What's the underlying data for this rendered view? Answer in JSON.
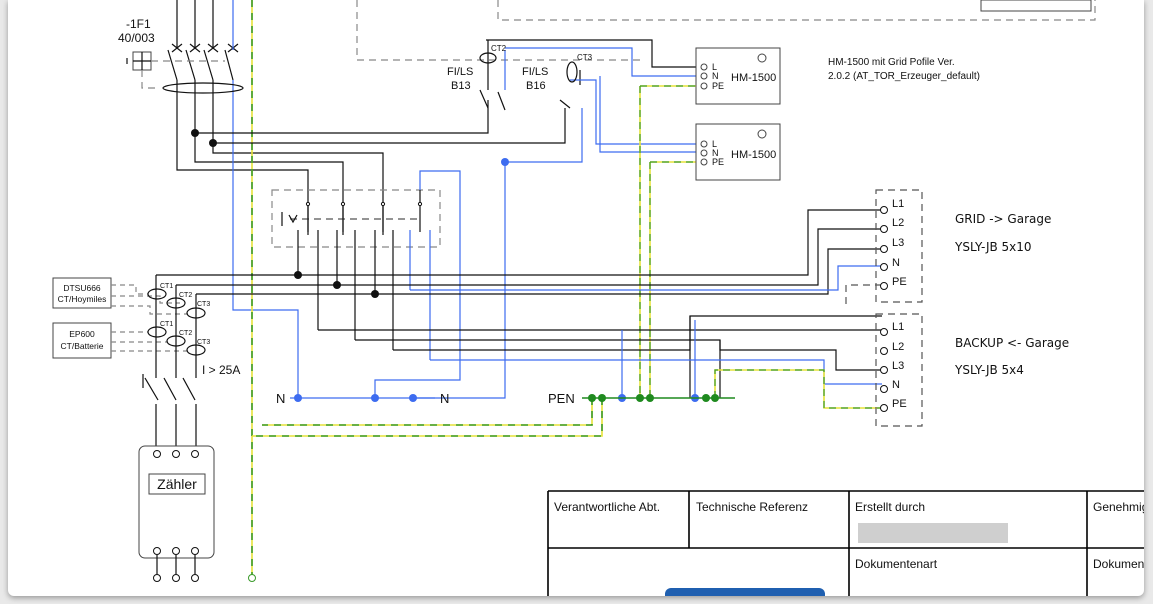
{
  "breaker": {
    "name": "-1F1",
    "rating": "40/003"
  },
  "rcbo": [
    {
      "type": "FI/LS",
      "rating": "B13",
      "ct": "CT2"
    },
    {
      "type": "FI/LS",
      "rating": "B16",
      "ct": "CT3"
    }
  ],
  "inverters": [
    {
      "name": "HM-1500",
      "terminals": [
        "L",
        "N",
        "PE"
      ]
    },
    {
      "name": "HM-1500",
      "terminals": [
        "L",
        "N",
        "PE"
      ]
    }
  ],
  "inverter_note": [
    "HM-1500 mit Grid Pofile Ver.",
    "2.0.2 (AT_TOR_Erzeuger_default)"
  ],
  "grid_cable": {
    "title": "GRID -> Garage",
    "cable": "YSLY-JB 5x10",
    "terminals": [
      "L1",
      "L2",
      "L3",
      "N",
      "PE"
    ]
  },
  "backup_cable": {
    "title": "BACKUP <- Garage",
    "cable": "YSLY-JB 5x4",
    "terminals": [
      "L1",
      "L2",
      "L3",
      "N",
      "PE"
    ]
  },
  "meters": [
    {
      "line1": "DTSU666",
      "line2": "CT/Hoymiles",
      "cts": [
        "CT1",
        "CT2",
        "CT3"
      ]
    },
    {
      "line1": "EP600",
      "line2": "CT/Batterie",
      "cts": [
        "CT1",
        "CT2",
        "CT3"
      ]
    }
  ],
  "current_note": "I > 25A",
  "bus": {
    "n_left": "N",
    "n_right": "N",
    "pen": "PEN"
  },
  "meter_box": "Zähler",
  "title_block": {
    "dept": "Verantwortliche Abt.",
    "ref": "Technische Referenz",
    "created": "Erstellt durch",
    "approved": "Genehmigt",
    "doctype": "Dokumentenart",
    "docnum": "Dokument"
  },
  "colors": {
    "phase": "#111111",
    "neutral": "#3d6cf0",
    "pe_yellow": "#e6e23a",
    "pe_green": "#3a9a2a",
    "dot_green": "#1f8a1f"
  }
}
